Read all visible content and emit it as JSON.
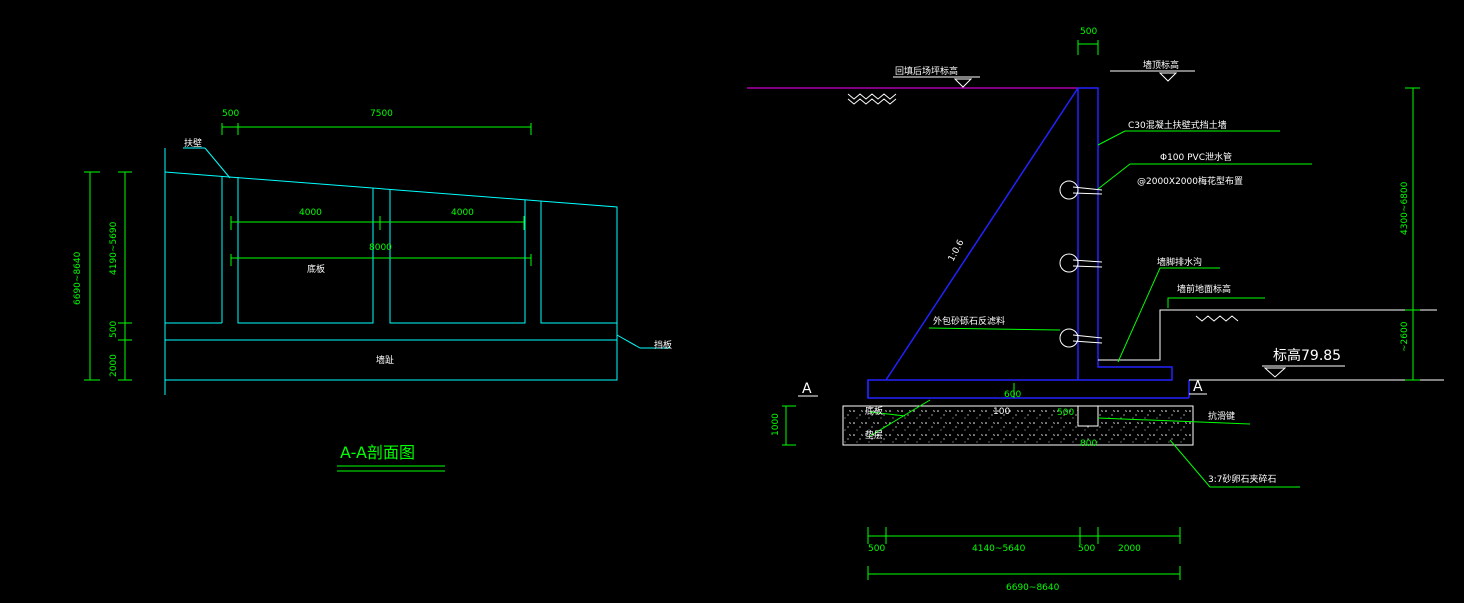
{
  "colors": {
    "background": "#000000",
    "dimension": "#00ff00",
    "outline_left": "#00ffff",
    "wall": "#2222ff",
    "ground": "#ff00ff",
    "text": "#ffffff"
  },
  "left": {
    "dims_top": {
      "d500": "500",
      "d7500": "7500"
    },
    "dims_inner": {
      "d4000a": "4000",
      "d4000b": "4000",
      "d8000": "8000"
    },
    "dims_left": {
      "total": "6690~8640",
      "upper": "4190~5690",
      "d500": "500",
      "d2000": "2000"
    },
    "labels": {
      "top_beam": "扶壁",
      "bottom_plate": "底板",
      "wall_base": "墙趾",
      "heel": "挡板"
    },
    "title": "A-A剖面图"
  },
  "right": {
    "dim_top": "500",
    "ground_labels": {
      "fill_top": "回填后场坪标高",
      "wall_top": "墙顶标高"
    },
    "callouts": {
      "wall_desc": "C30混凝土扶壁式挡土墙",
      "pvc": "Φ100 PVC泄水管",
      "pvc_spacing": "@2000X2000梅花型布置",
      "slope": "1:0.6",
      "filter": "外包砂砾石反滤料",
      "drain": "墙脚排水沟",
      "front_ground": "墙前地面标高",
      "elevation": "标高79.85",
      "section_a": "A",
      "anti_slide": "抗滑键",
      "gravel": "3:7砂卵石夹碎石",
      "base_plate": "底板",
      "cushion": "垫层"
    },
    "dims_inline": {
      "d600": "600",
      "d100": "100",
      "d500": "500",
      "d800": "800"
    },
    "dim_left": "1000",
    "dims_right": {
      "upper": "4300~6800",
      "lower": "~2600"
    },
    "dims_bottom": {
      "d500a": "500",
      "mid": "4140~5640",
      "d500b": "500",
      "d2000": "2000",
      "total": "6690~8640"
    }
  }
}
